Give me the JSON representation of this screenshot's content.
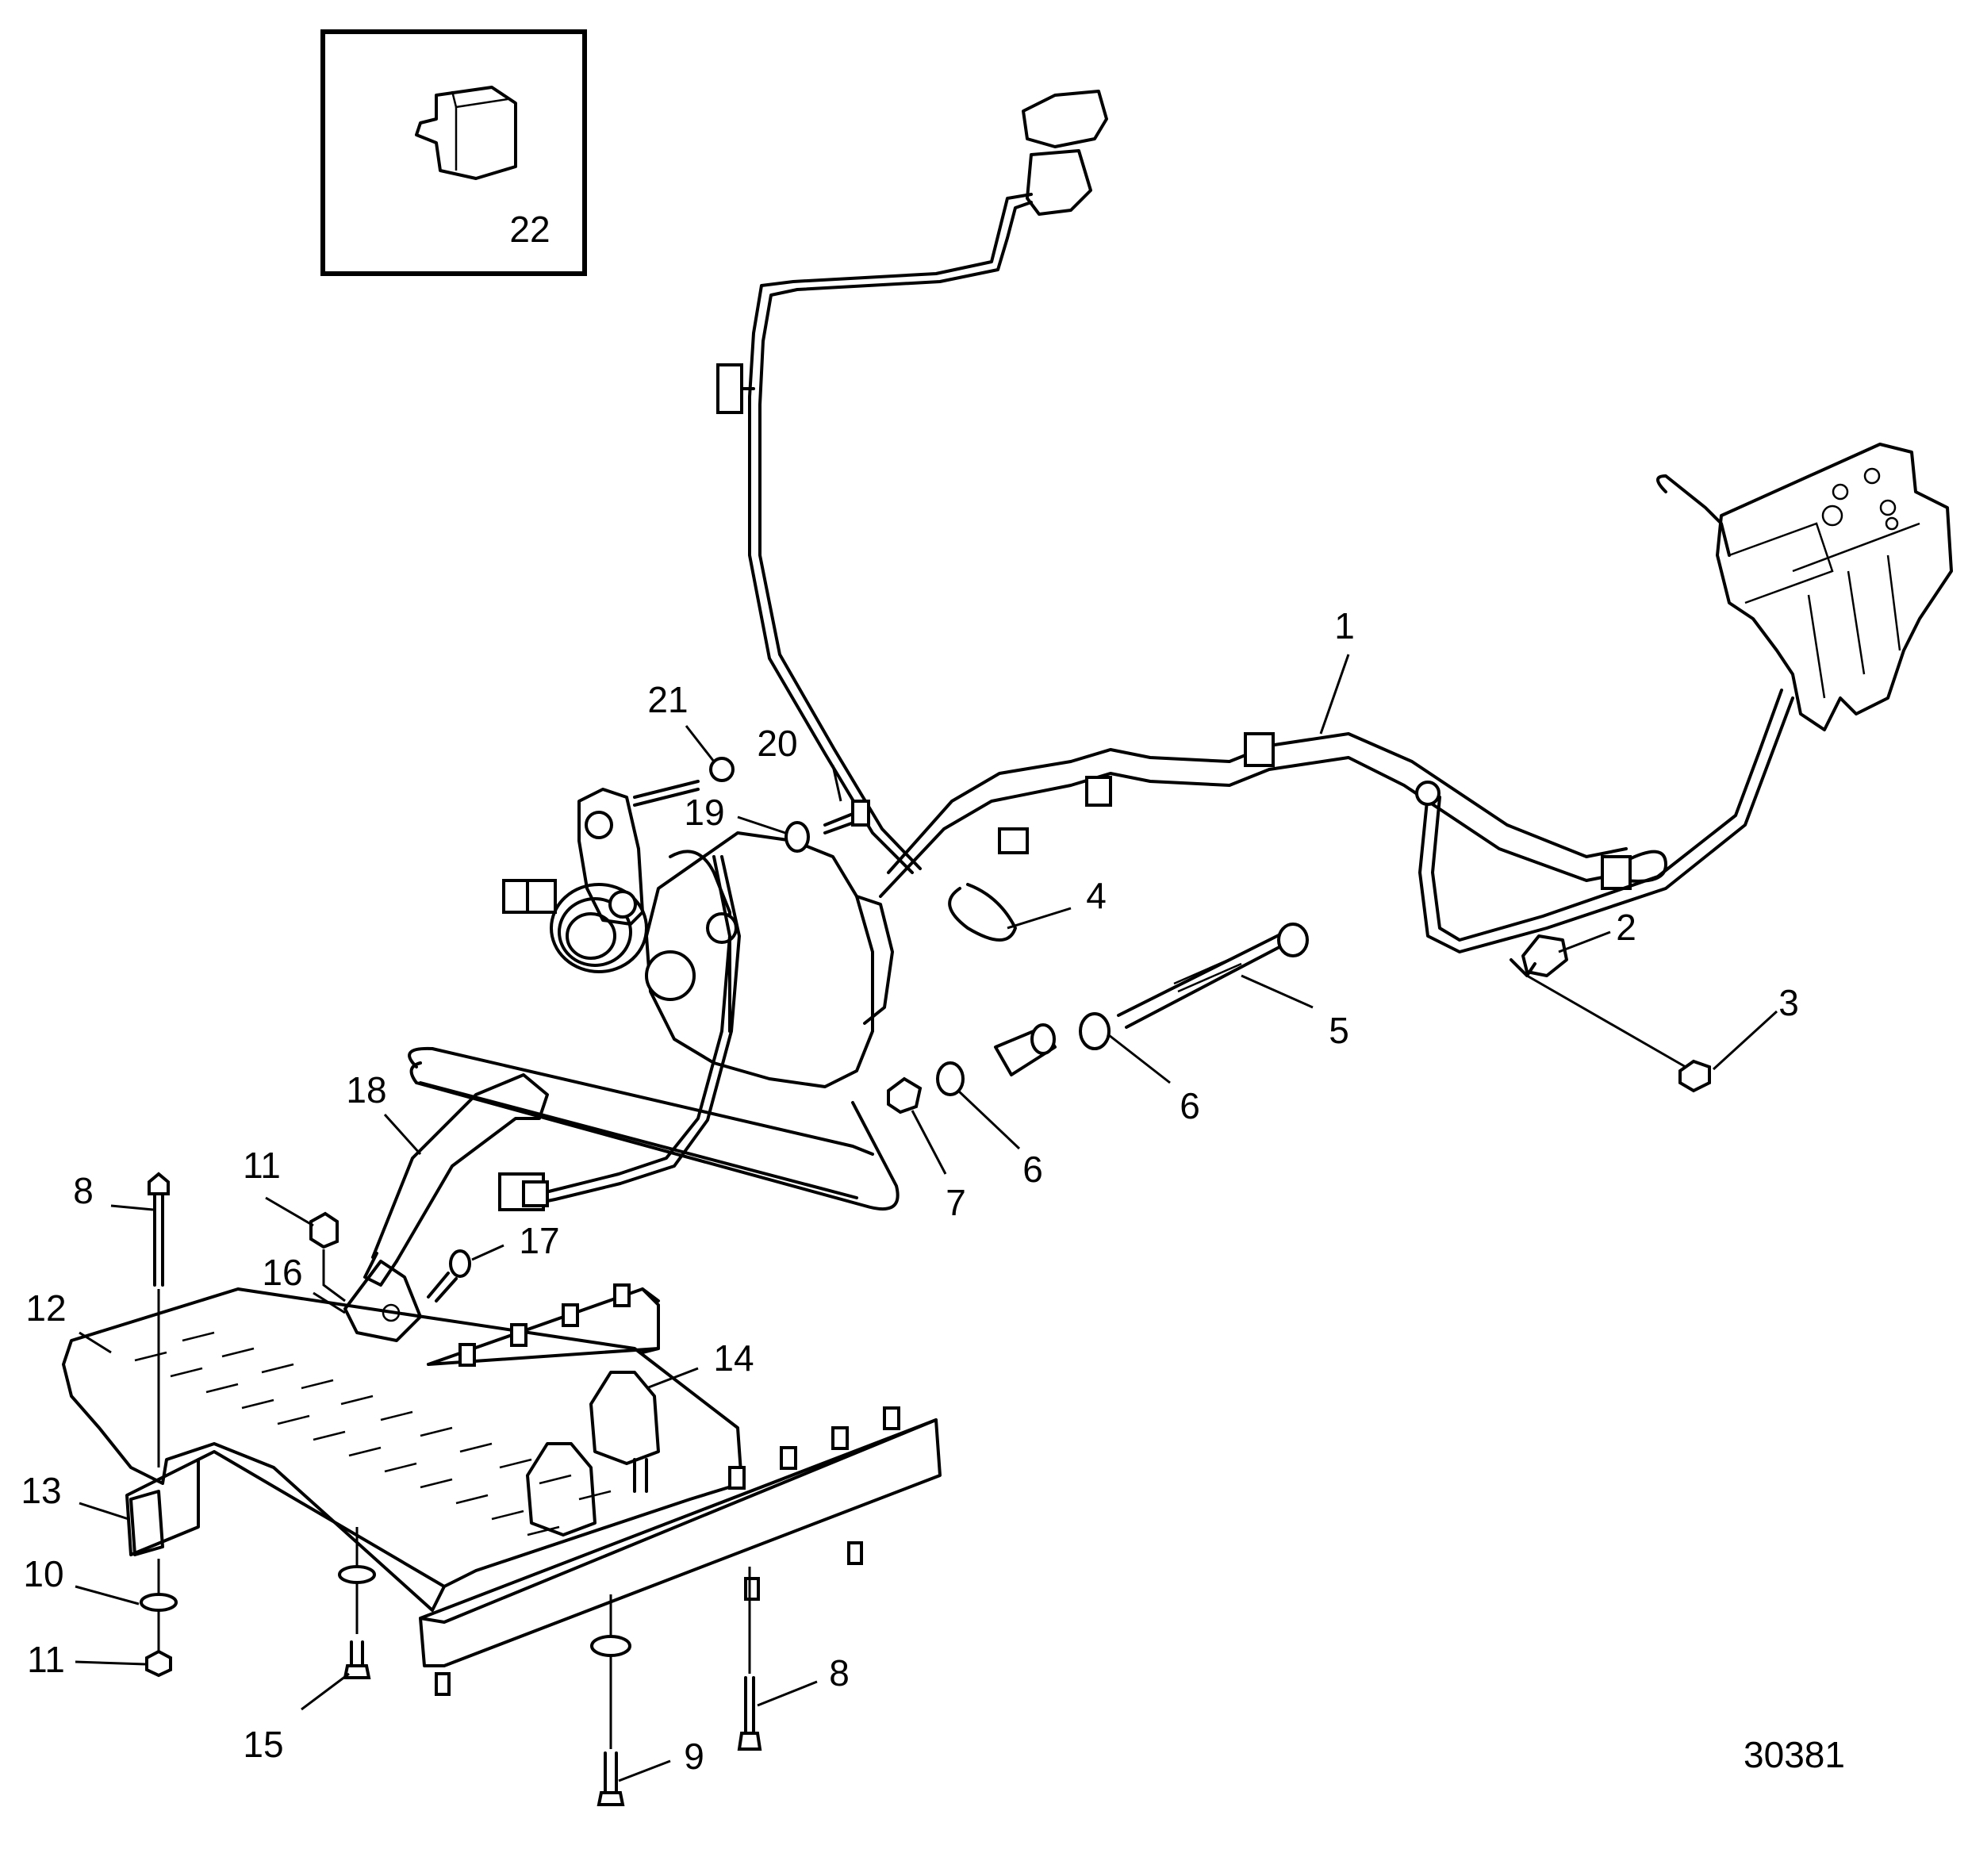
{
  "diagram": {
    "drawing_number": "30381",
    "callouts": [
      {
        "id": "c1",
        "label": "1"
      },
      {
        "id": "c2",
        "label": "2"
      },
      {
        "id": "c3",
        "label": "3"
      },
      {
        "id": "c4",
        "label": "4"
      },
      {
        "id": "c5",
        "label": "5"
      },
      {
        "id": "c6a",
        "label": "6"
      },
      {
        "id": "c6b",
        "label": "6"
      },
      {
        "id": "c7",
        "label": "7"
      },
      {
        "id": "c8a",
        "label": "8"
      },
      {
        "id": "c8b",
        "label": "8"
      },
      {
        "id": "c9",
        "label": "9"
      },
      {
        "id": "c10",
        "label": "10"
      },
      {
        "id": "c11a",
        "label": "11"
      },
      {
        "id": "c11b",
        "label": "11"
      },
      {
        "id": "c12",
        "label": "12"
      },
      {
        "id": "c13",
        "label": "13"
      },
      {
        "id": "c14",
        "label": "14"
      },
      {
        "id": "c15",
        "label": "15"
      },
      {
        "id": "c16",
        "label": "16"
      },
      {
        "id": "c17",
        "label": "17"
      },
      {
        "id": "c18",
        "label": "18"
      },
      {
        "id": "c19",
        "label": "19"
      },
      {
        "id": "c20",
        "label": "20"
      },
      {
        "id": "c21",
        "label": "21"
      },
      {
        "id": "c22",
        "label": "22"
      }
    ]
  }
}
